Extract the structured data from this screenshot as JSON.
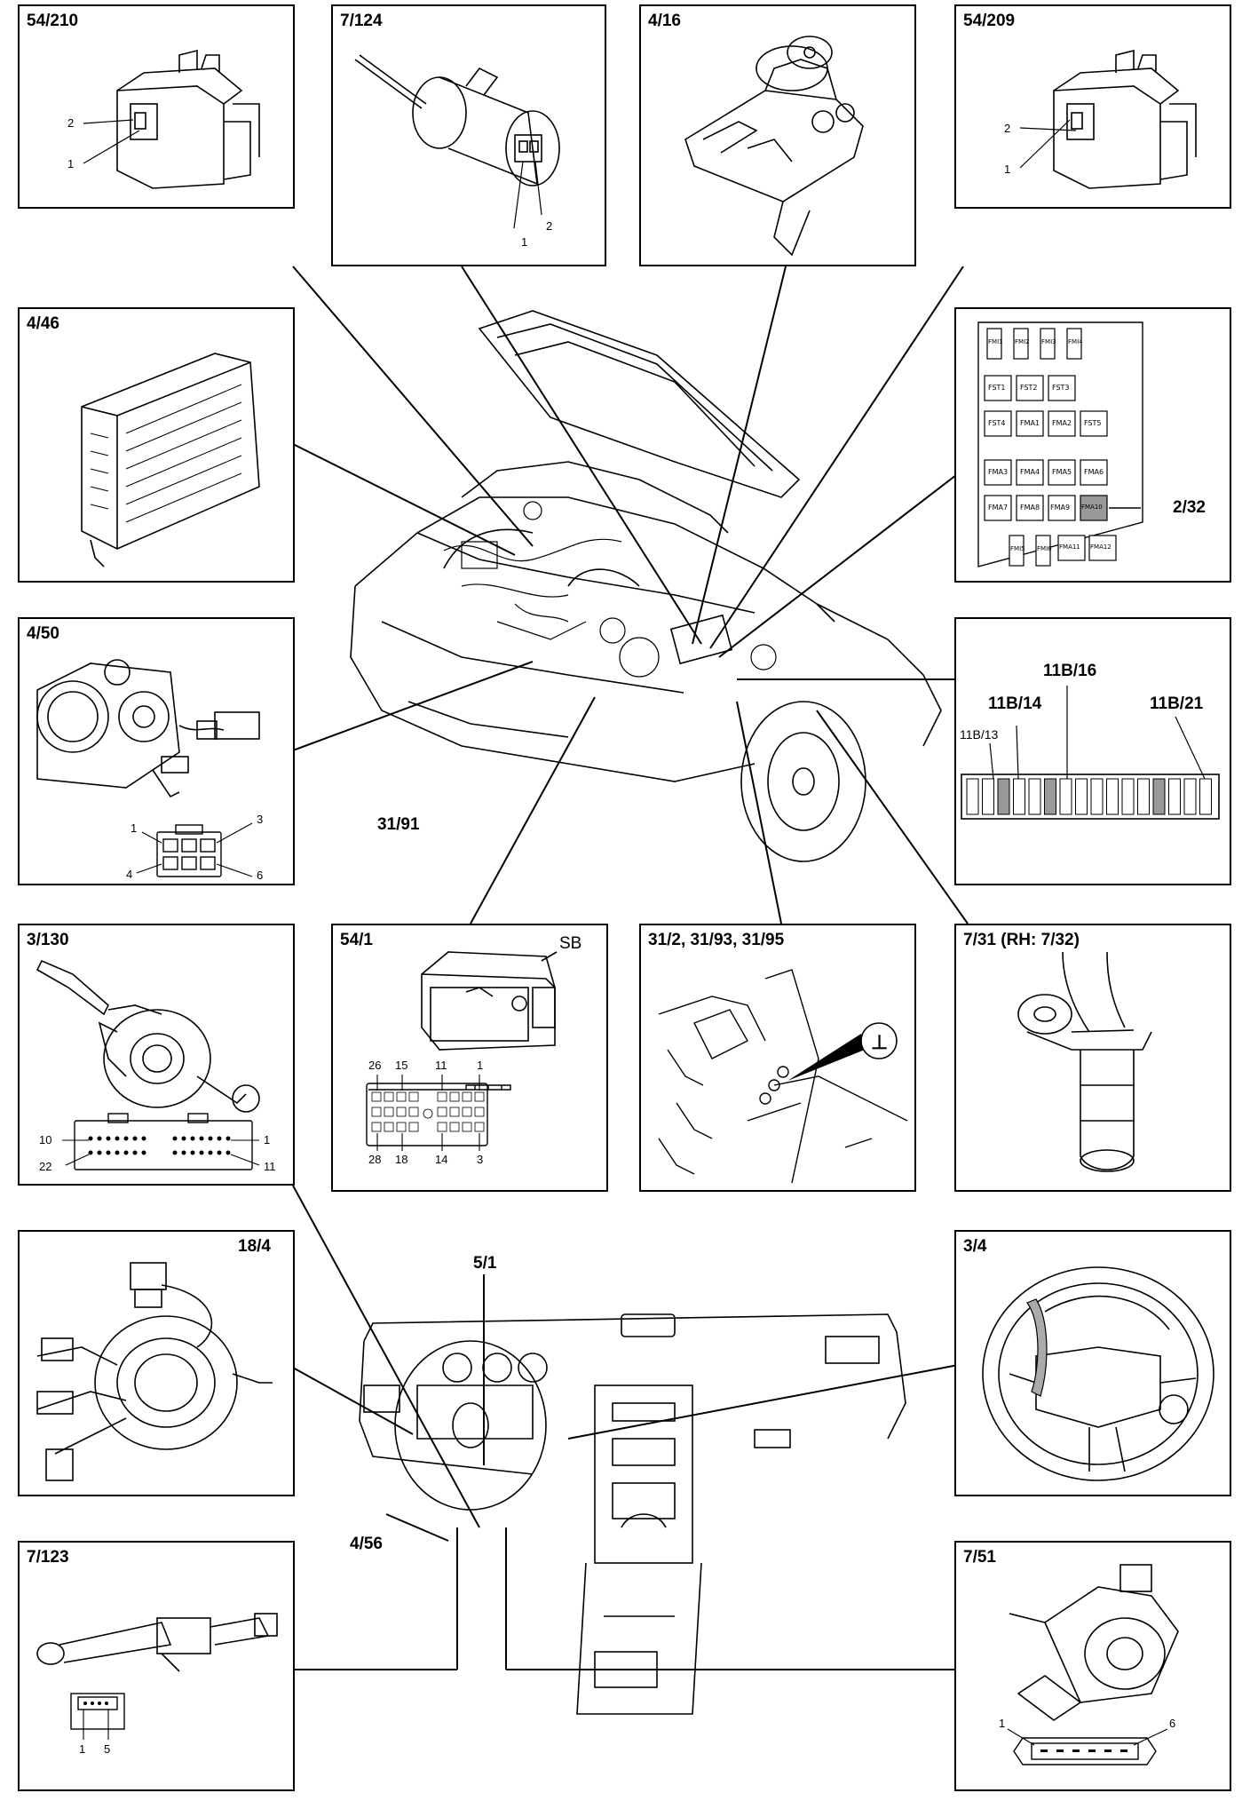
{
  "panels": {
    "p54_210": {
      "title": "54/210",
      "pins": [
        "2",
        "1"
      ]
    },
    "p7_124": {
      "title": "7/124",
      "pins": [
        "1",
        "2"
      ]
    },
    "p4_16": {
      "title": "4/16"
    },
    "p54_209": {
      "title": "54/209",
      "pins": [
        "2",
        "1"
      ]
    },
    "p4_46": {
      "title": "4/46"
    },
    "pfuse": {
      "label": "2/32",
      "fuses": [
        "FMI1",
        "FMI2",
        "FMI3",
        "FMI4",
        "FST1",
        "FST2",
        "FST3",
        "FST4",
        "FMA1",
        "FMA2",
        "FST5",
        "FMA3",
        "FMA4",
        "FMA5",
        "FMA6",
        "FMA7",
        "FMA8",
        "FMA9",
        "FMA10",
        "FMI5",
        "FMI6",
        "FMA11",
        "FMA12"
      ]
    },
    "p4_50": {
      "title": "4/50",
      "pins": [
        "1",
        "3",
        "4",
        "6"
      ]
    },
    "p11b": {
      "labels": [
        "11B/16",
        "11B/14",
        "11B/21",
        "11B/13"
      ]
    },
    "p3_130": {
      "title": "3/130",
      "pins": [
        "10",
        "1",
        "22",
        "11"
      ]
    },
    "p54_1": {
      "title": "54/1",
      "tag": "SB",
      "pins_top": [
        "26",
        "15",
        "11",
        "1"
      ],
      "pins_bottom": [
        "28",
        "18",
        "14",
        "3"
      ]
    },
    "p31": {
      "title": "31/2, 31/93, 31/95",
      "symbol": "⊥"
    },
    "p7_31": {
      "title": "7/31 (RH: 7/32)"
    },
    "p18_4": {
      "title": "18/4"
    },
    "p3_4": {
      "title": "3/4"
    },
    "p7_123": {
      "title": "7/123",
      "pins": [
        "1",
        "5"
      ]
    },
    "p7_51": {
      "title": "7/51",
      "pins": [
        "1",
        "6"
      ]
    }
  },
  "callouts": {
    "c31_91": "31/91",
    "c5_1": "5/1",
    "c4_56": "4/56"
  }
}
